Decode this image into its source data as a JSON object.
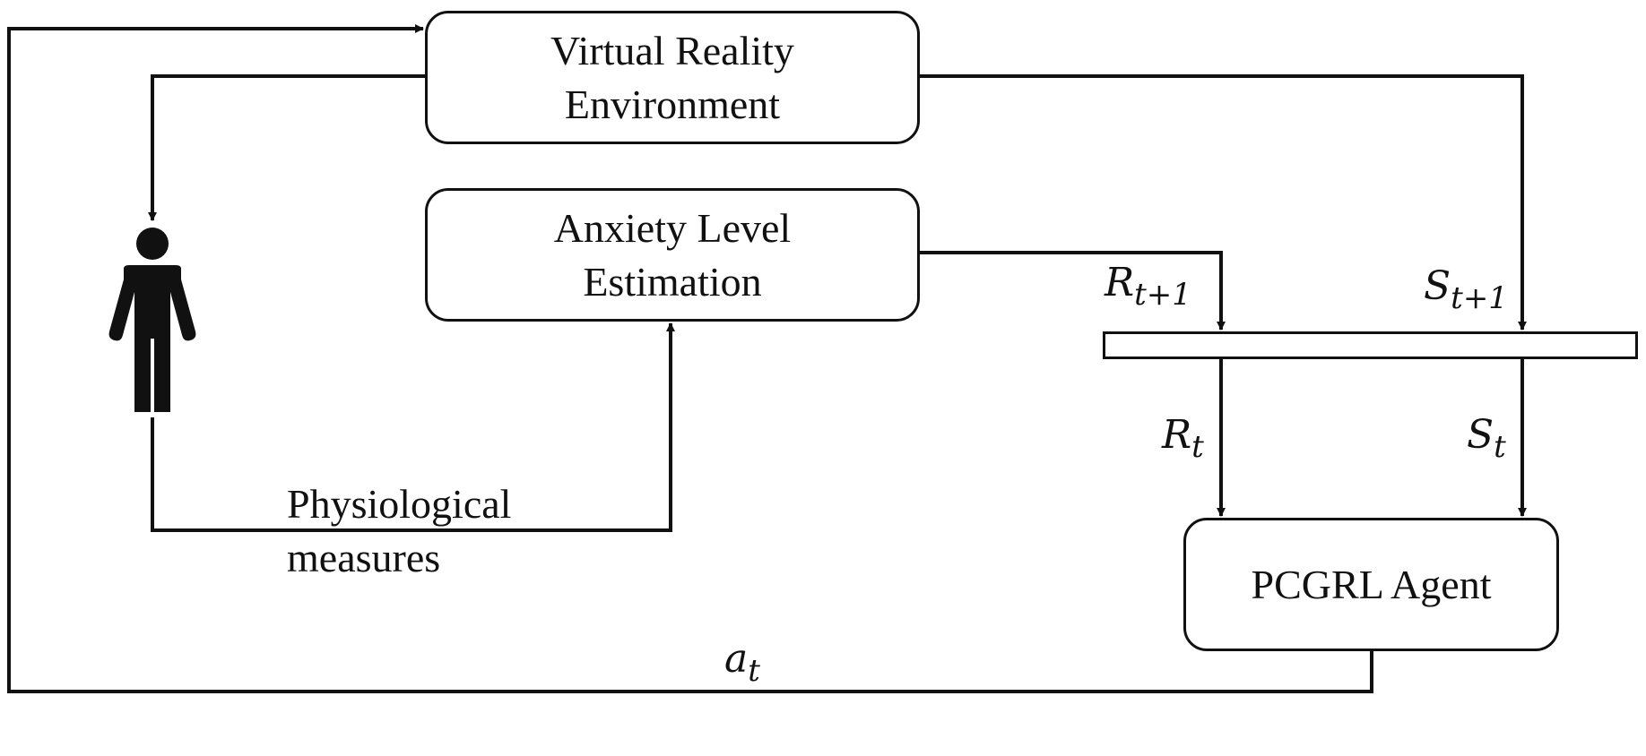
{
  "boxes": {
    "vr": {
      "line1": "Virtual Reality",
      "line2": "Environment"
    },
    "ale": {
      "line1": "Anxiety Level",
      "line2": "Estimation"
    },
    "pcgrl": {
      "label": "PCGRL Agent"
    }
  },
  "person": {
    "icon": "person-icon"
  },
  "labels": {
    "physiological_line1": "Physiological",
    "physiological_line2": "measures",
    "r_next_symbol": "R",
    "r_next_sub": "t+1",
    "s_next_symbol": "S",
    "s_next_sub": "t+1",
    "r_cur_symbol": "R",
    "r_cur_sub": "t",
    "s_cur_symbol": "S",
    "s_cur_sub": "t",
    "a_cur_symbol": "a",
    "a_cur_sub": "t"
  },
  "colors": {
    "stroke": "#111111",
    "background": "#ffffff"
  }
}
